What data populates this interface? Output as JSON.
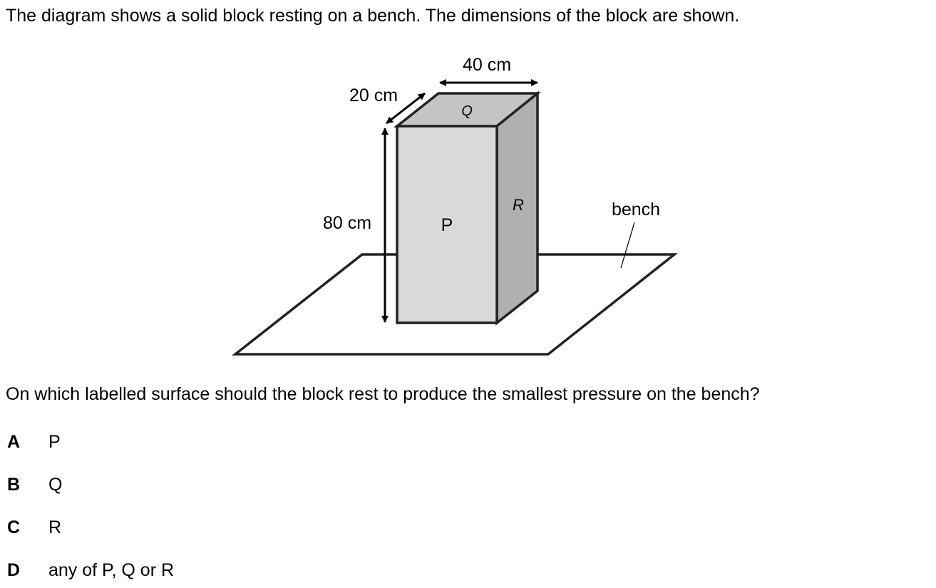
{
  "intro": "The diagram shows a solid block resting on a bench. The dimensions of the block are shown.",
  "diagram": {
    "width_label": "40 cm",
    "depth_label": "20 cm",
    "height_label": "80 cm",
    "face_front": "P",
    "face_top": "Q",
    "face_side": "R",
    "bench_label": "bench",
    "colors": {
      "front": "#d9d9d9",
      "top": "#c4c4c4",
      "side": "#b0b0b0"
    }
  },
  "question": "On which labelled surface should the block rest to produce the smallest pressure on the bench?",
  "options": [
    {
      "letter": "A",
      "text": "P"
    },
    {
      "letter": "B",
      "text": "Q"
    },
    {
      "letter": "C",
      "text": "R"
    },
    {
      "letter": "D",
      "text": "any of P, Q or R"
    }
  ]
}
